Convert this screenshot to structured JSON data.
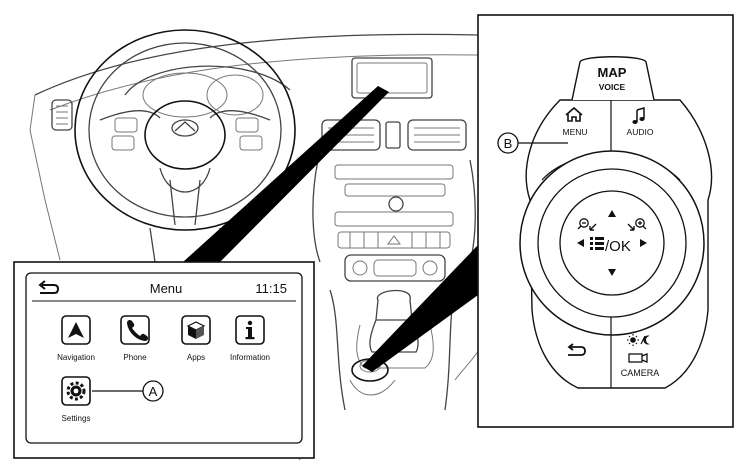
{
  "screen": {
    "title": "Menu",
    "time": "11:15",
    "apps": [
      {
        "label": "Navigation",
        "icon": "navigation-arrow-icon"
      },
      {
        "label": "Phone",
        "icon": "phone-handset-icon"
      },
      {
        "label": "Apps",
        "icon": "apps-cube-icon"
      },
      {
        "label": "Information",
        "icon": "information-icon"
      },
      {
        "label": "Settings",
        "icon": "settings-gear-icon"
      }
    ]
  },
  "callouts": {
    "a": "A",
    "b": "B"
  },
  "controller": {
    "map": "MAP",
    "voice": "VOICE",
    "menu": "MENU",
    "audio": "AUDIO",
    "ok": "/OK",
    "camera": "CAMERA"
  }
}
